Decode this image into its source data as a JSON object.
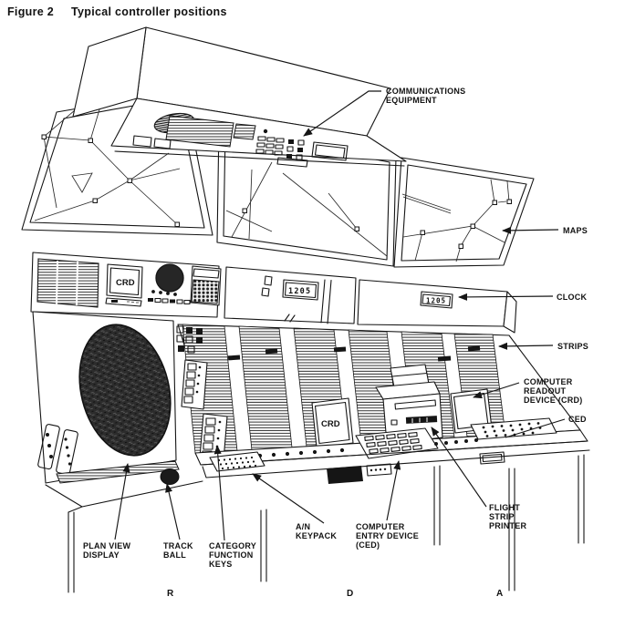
{
  "figure": {
    "number": "Figure 2",
    "title": "Typical controller positions"
  },
  "callouts": {
    "communications_equipment": {
      "lines": [
        "COMMUNICATIONS",
        "EQUIPMENT"
      ]
    },
    "maps": {
      "lines": [
        "MAPS"
      ]
    },
    "clock": {
      "lines": [
        "CLOCK"
      ]
    },
    "strips": {
      "lines": [
        "STRIPS"
      ]
    },
    "computer_readout_device": {
      "lines": [
        "COMPUTER",
        "READOUT",
        "DEVICE (CRD)"
      ]
    },
    "ced": {
      "lines": [
        "CED"
      ]
    },
    "flight_strip_printer": {
      "lines": [
        "FLIGHT",
        "STRIP",
        "PRINTER"
      ]
    },
    "computer_entry_device": {
      "lines": [
        "COMPUTER",
        "ENTRY DEVICE",
        "(CED)"
      ]
    },
    "an_keypack": {
      "lines": [
        "A/N",
        "KEYPACK"
      ]
    },
    "category_function_keys": {
      "lines": [
        "CATEGORY",
        "FUNCTION",
        "KEYS"
      ]
    },
    "track_ball": {
      "lines": [
        "TRACK",
        "BALL"
      ]
    },
    "plan_view_display": {
      "lines": [
        "PLAN VIEW",
        "DISPLAY"
      ]
    }
  },
  "positions": {
    "r": "R",
    "d": "D",
    "a": "A"
  },
  "device_text": {
    "crd_head_screen": "CRD",
    "crd_desk_screen": "CRD",
    "clock_d_time": "1205",
    "clock_a_time": "1205"
  },
  "colors": {
    "ink": "#151515",
    "paper": "#ffffff",
    "crt_fill": "#2c2c2c"
  }
}
